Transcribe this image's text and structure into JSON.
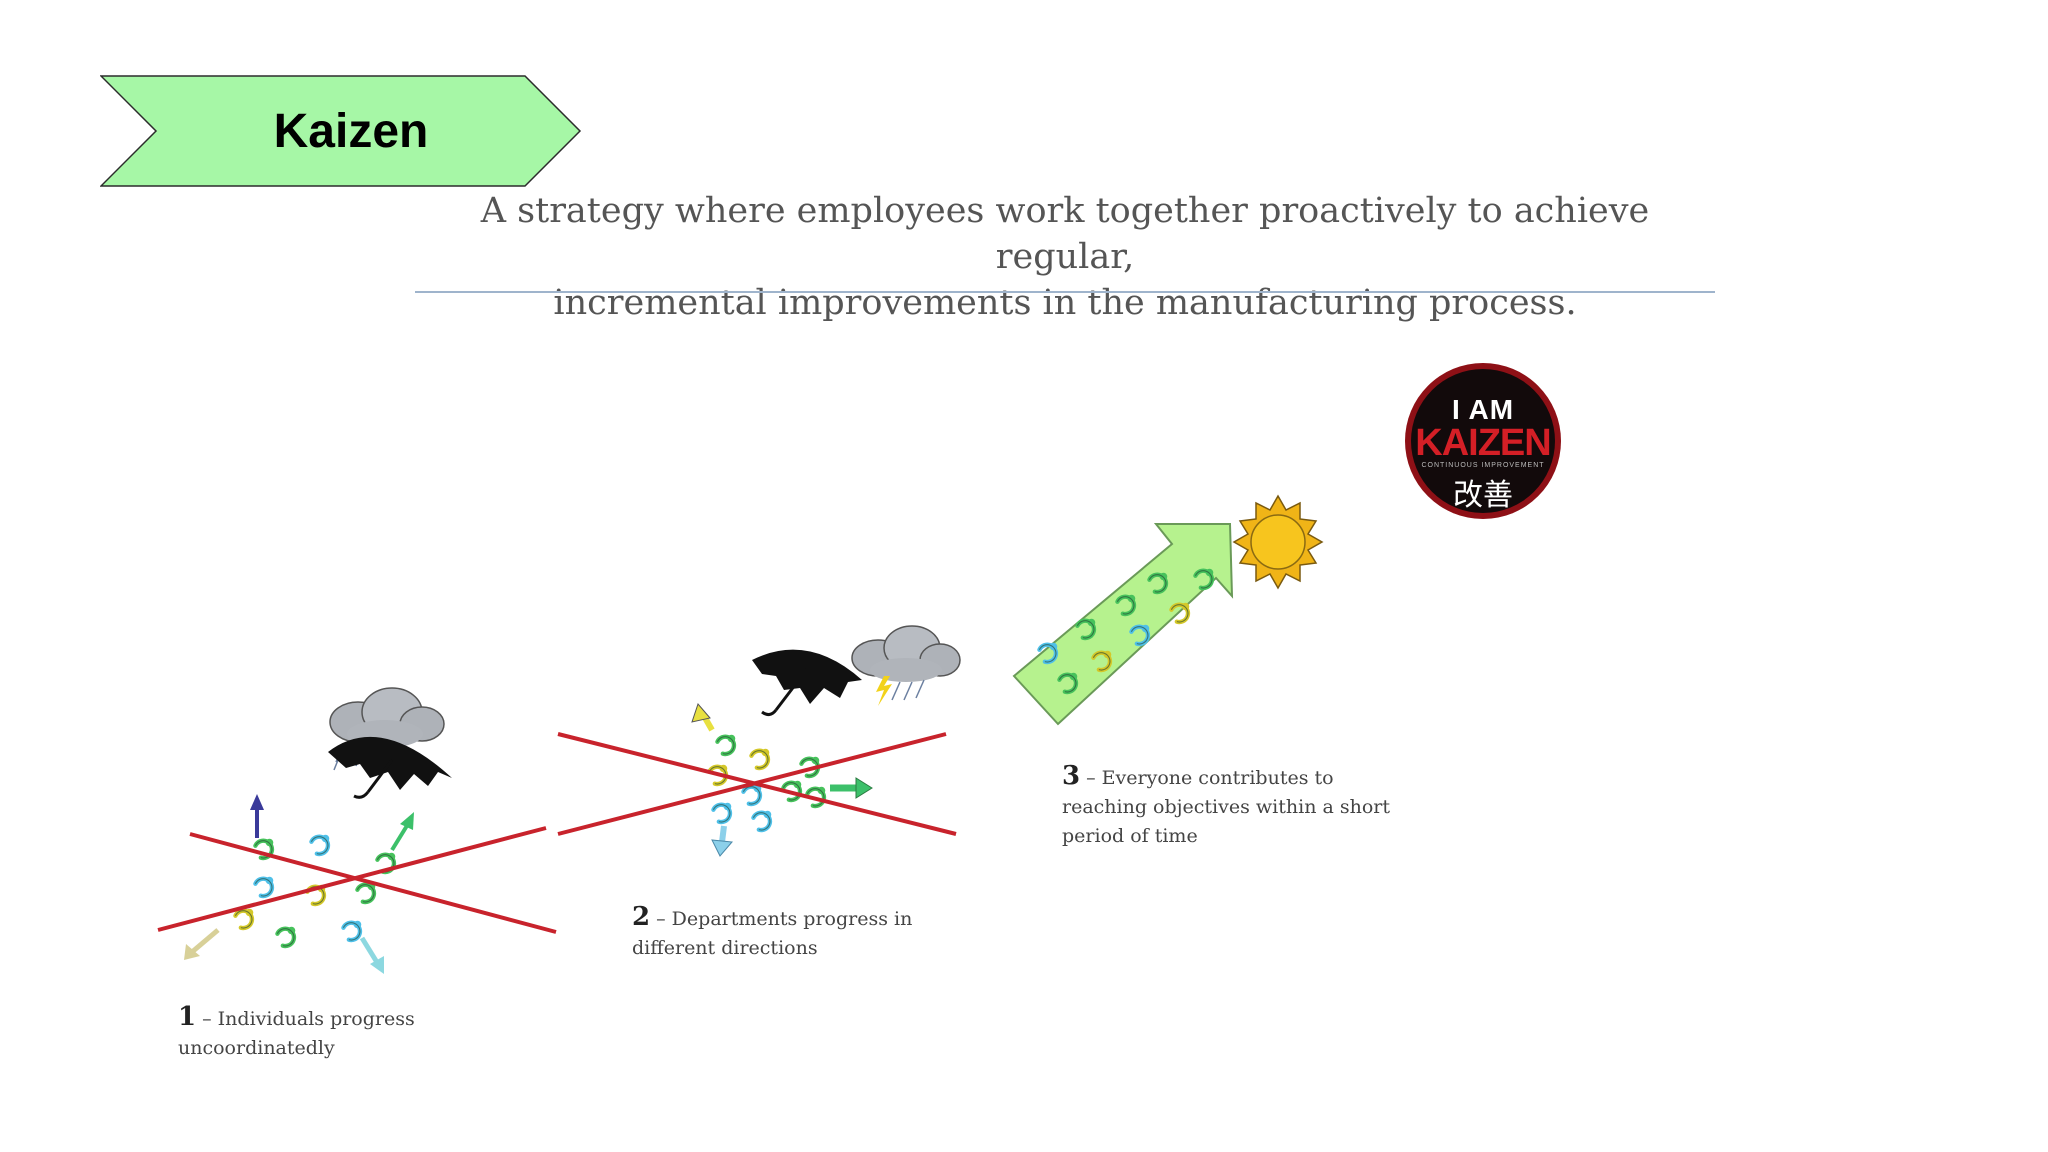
{
  "title": "Kaizen",
  "subtitle_line1": "A strategy where employees work together proactively to achieve regular,",
  "subtitle_line2": "incremental improvements in the manufacturing process.",
  "colors": {
    "banner_fill": "#a6f7a6",
    "cross_red": "#c8232c",
    "big_arrow_fill": "#b6f28e",
    "sun_fill": "#f7c51e",
    "logo_red": "#d41f26"
  },
  "stages": [
    {
      "number": "1",
      "text": "– Individuals progress uncoordinatedly"
    },
    {
      "number": "2",
      "text": "– Departments progress in different directions"
    },
    {
      "number": "3",
      "text": "– Everyone contributes to reaching objectives within a short period of time"
    }
  ],
  "logo": {
    "line1": "I AM",
    "line2": "KAIZEN",
    "small_text": "CONTINUOUS IMPROVEMENT",
    "kanji": "改善"
  },
  "icons": [
    "cloud-icon",
    "umbrella-icon",
    "sun-icon",
    "person-icon",
    "arrow-icon"
  ]
}
